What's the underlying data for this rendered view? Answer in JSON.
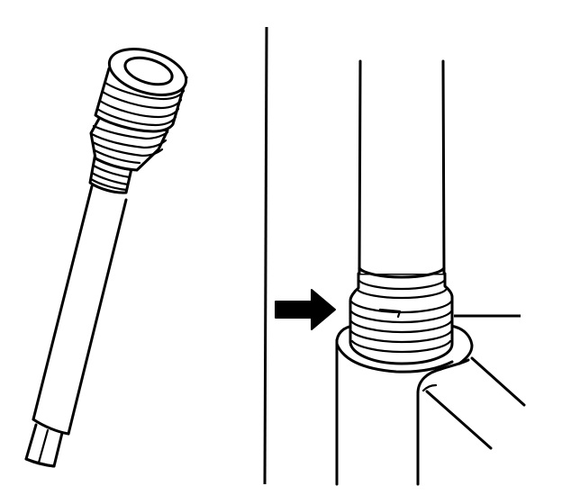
{
  "figure": {
    "background_color": "#ffffff",
    "ink_color": "#000000",
    "panels": [
      {
        "id": "left",
        "depicts": "tool-with-threaded-socket-head"
      },
      {
        "id": "right",
        "depicts": "threaded-tube-in-frame-lug"
      }
    ],
    "callouts": [
      {
        "icon": "arrow-right-icon",
        "points_to": "thread-section"
      }
    ]
  }
}
